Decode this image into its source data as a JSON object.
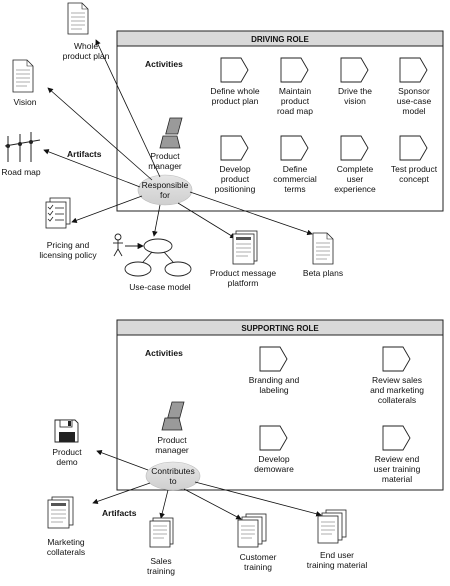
{
  "driving_role": {
    "title": "DRIVING ROLE",
    "activities_label": "Activities",
    "activities": [
      [
        "Define whole",
        "product plan"
      ],
      [
        "Maintain",
        "product",
        "road map"
      ],
      [
        "Drive the",
        "vision"
      ],
      [
        "Sponsor",
        "use-case",
        "model"
      ],
      [
        "Develop",
        "product",
        "positioning"
      ],
      [
        "Define",
        "commercial",
        "terms"
      ],
      [
        "Complete",
        "user",
        "experience"
      ],
      [
        "Test product",
        "concept"
      ]
    ],
    "actor_label": [
      "Product",
      "manager"
    ],
    "relation_label": [
      "Responsible",
      "for"
    ],
    "artifacts_label": "Artifacts",
    "artifacts": [
      [
        "Whole",
        "product plan"
      ],
      [
        "Vision"
      ],
      [
        "Road map"
      ],
      [
        "Pricing and",
        "licensing policy"
      ],
      [
        "Use-case model"
      ],
      [
        "Product message",
        "platform"
      ],
      [
        "Beta plans"
      ]
    ]
  },
  "supporting_role": {
    "title": "SUPPORTING ROLE",
    "activities_label": "Activities",
    "activities": [
      [
        "Branding and",
        "labeling"
      ],
      [
        "Review sales",
        "and marketing",
        "collaterals"
      ],
      [
        "Develop",
        "demoware"
      ],
      [
        "Review end",
        "user training",
        "material"
      ]
    ],
    "actor_label": [
      "Product",
      "manager"
    ],
    "relation_label": [
      "Contributes",
      "to"
    ],
    "artifacts_label": "Artifacts",
    "artifacts": [
      [
        "Product",
        "demo"
      ],
      [
        "Marketing",
        "collaterals"
      ],
      [
        "Sales",
        "training"
      ],
      [
        "Customer",
        "training"
      ],
      [
        "End user",
        "training material"
      ]
    ]
  }
}
